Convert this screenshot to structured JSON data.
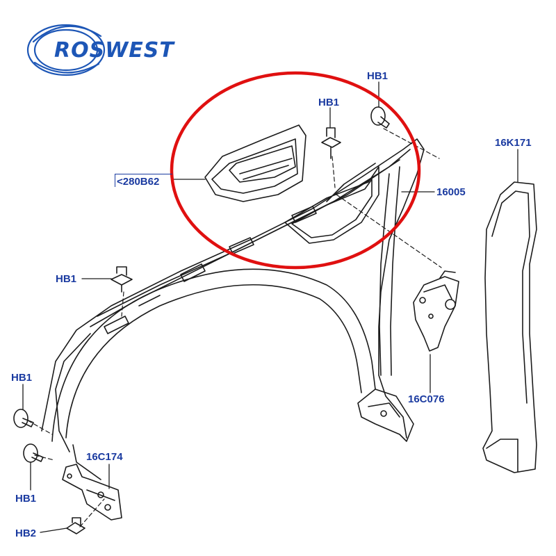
{
  "logo": {
    "text": "ROSWEST"
  },
  "callouts": {
    "hb1_top_right": "HB1",
    "hb1_top_center": "HB1",
    "ref_280b62": "<280B62",
    "part_16005": "16005",
    "part_16k171": "16K171",
    "hb1_left_mid": "HB1",
    "hb1_left_lower": "HB1",
    "part_16c076": "16C076",
    "part_16c174": "16C174",
    "hb1_bottom_left": "HB1",
    "hb2_bottom_left": "HB2"
  },
  "colors": {
    "highlight_circle": "#e01010",
    "label_text": "#1a3aa0",
    "line_art": "#1b1b1b",
    "logo_blue": "#1d56b6"
  }
}
